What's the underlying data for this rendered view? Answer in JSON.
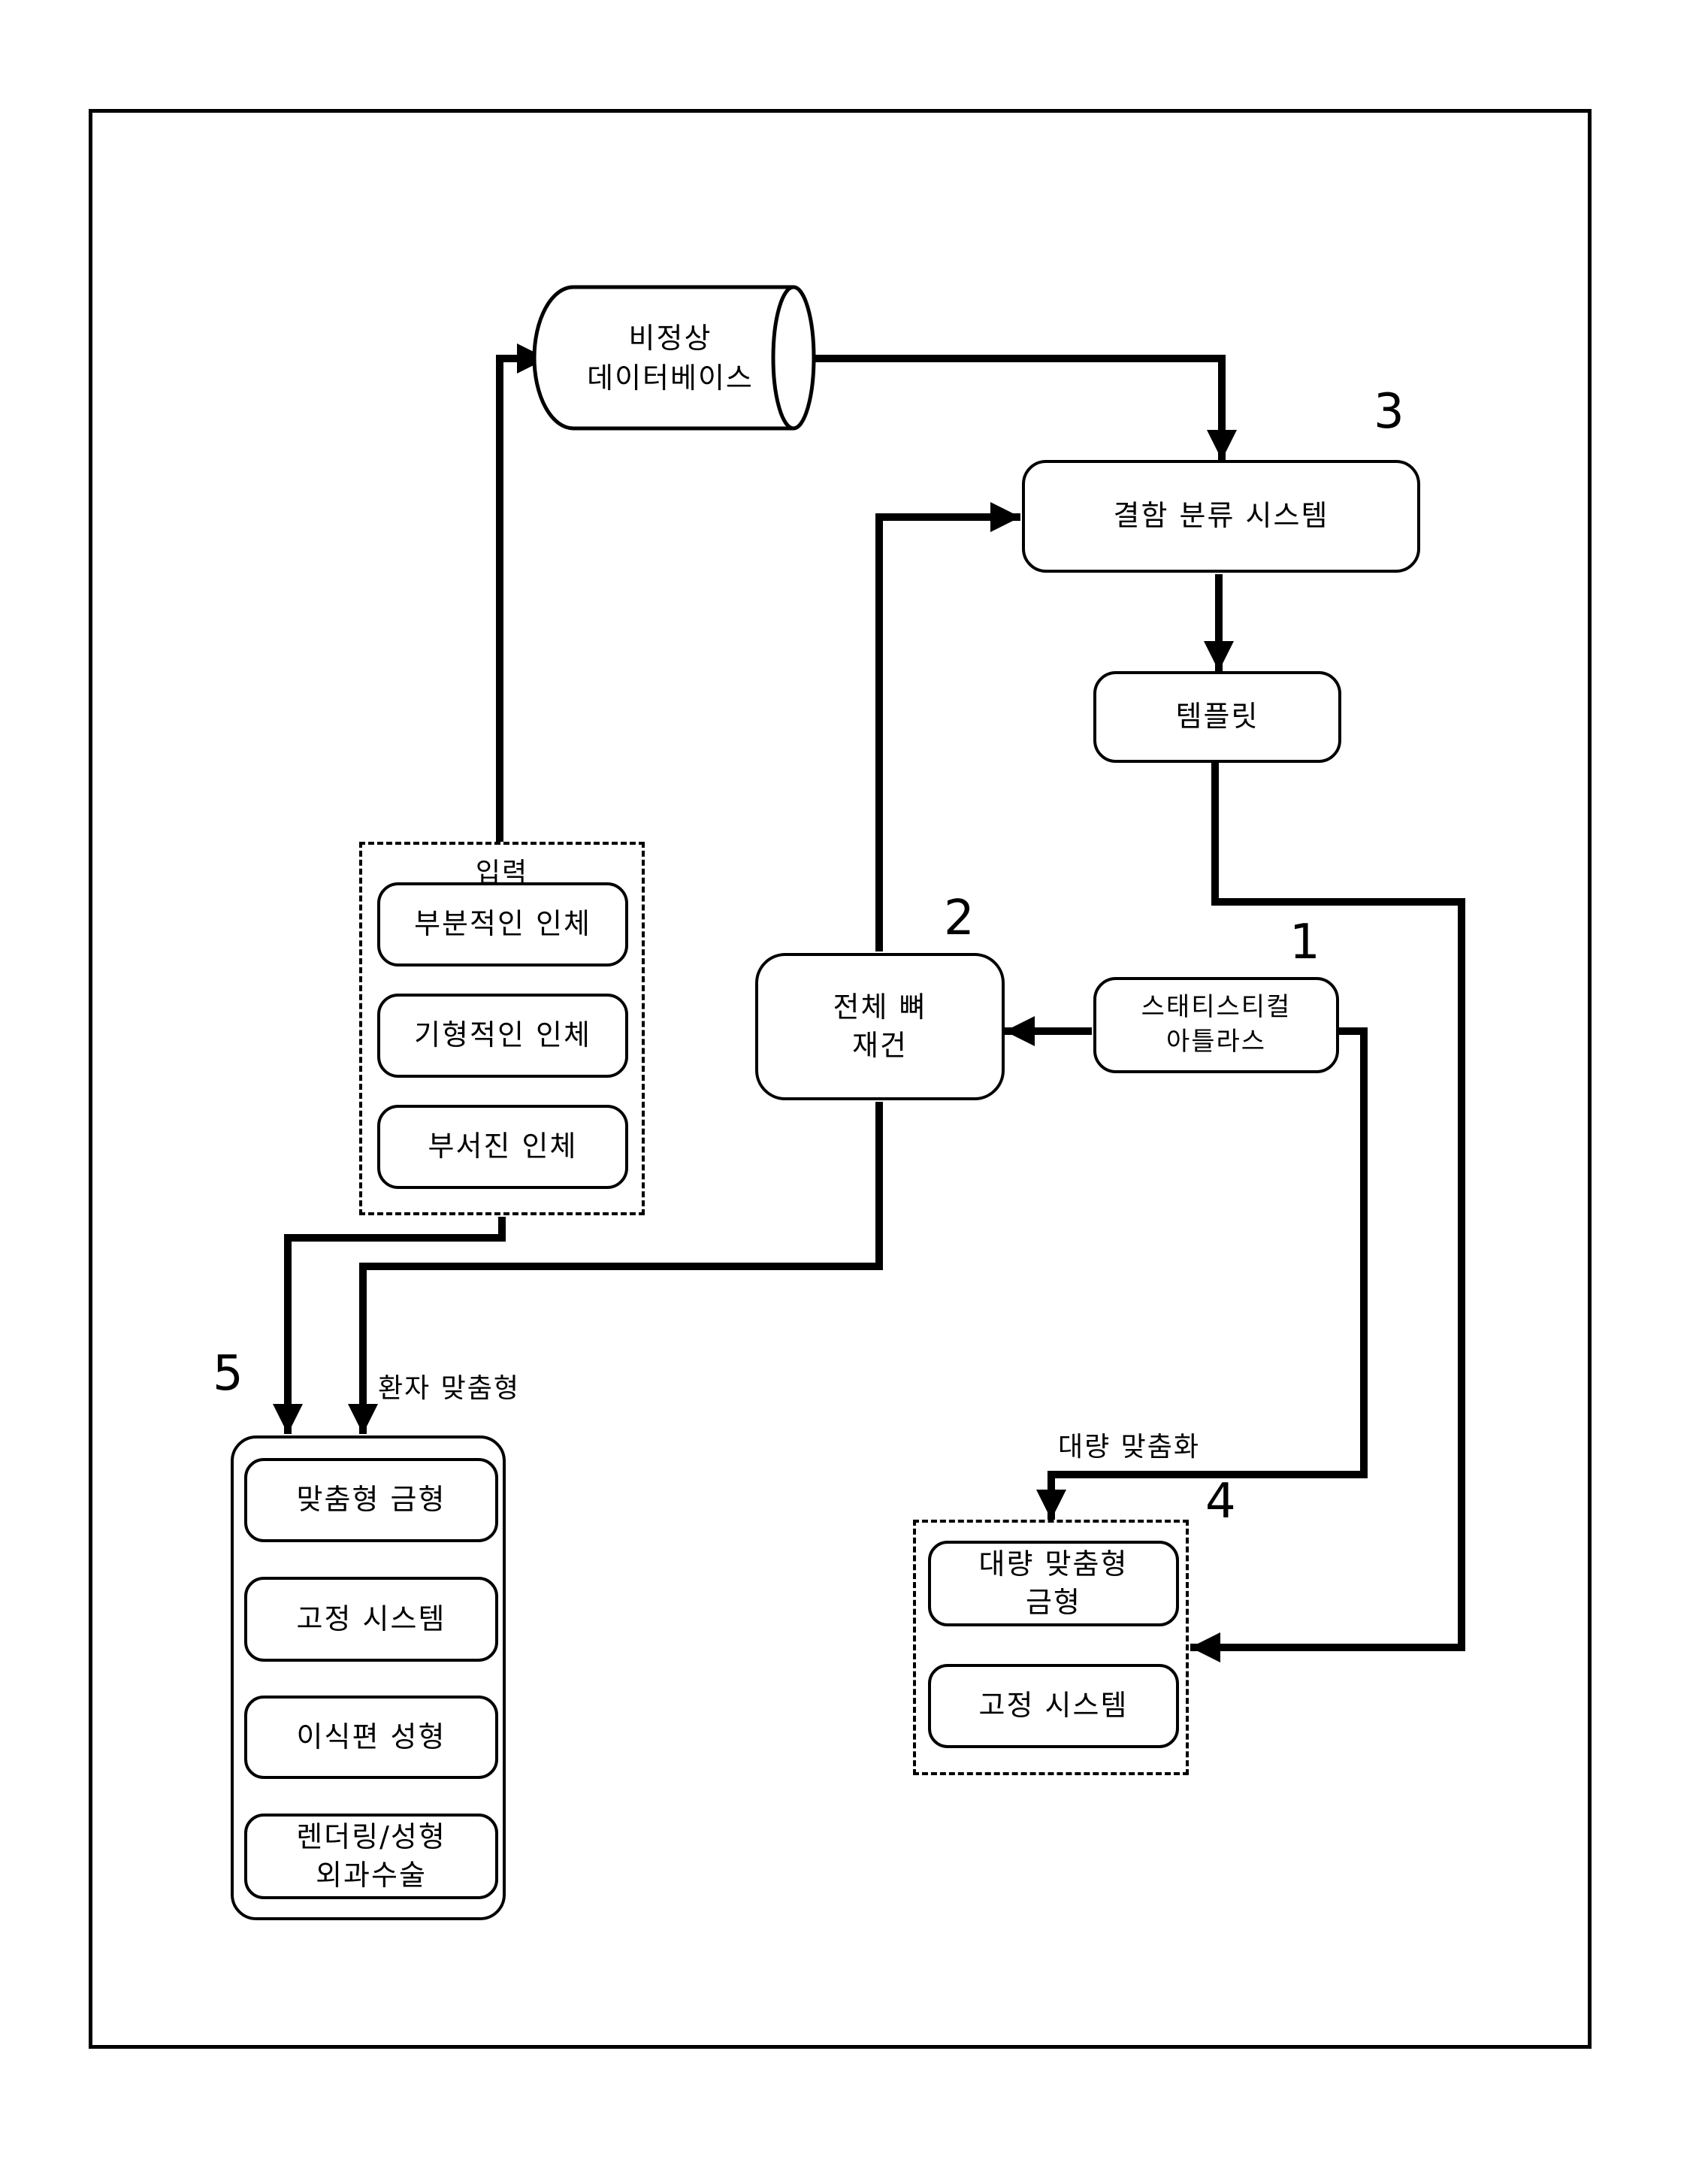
{
  "figure": {
    "refs": {
      "r1": "1",
      "r2": "2",
      "r3": "3",
      "r4": "4",
      "r5": "5"
    },
    "nodes": {
      "database": "비정상\n데이터베이스",
      "defect_classification": "결함 분류 시스템",
      "template": "템플릿",
      "bone_reconstruction": "전체 뼈\n재건",
      "statistical_atlas": "스태티스티컬\n아틀라스"
    },
    "input_group": {
      "title": "입력",
      "items": [
        "부분적인 인체",
        "기형적인 인체",
        "부서진 인체"
      ]
    },
    "patient_group": {
      "items": [
        "맞춤형 금형",
        "고정 시스템",
        "이식편 성형",
        "렌더링/성형\n외과수술"
      ]
    },
    "mass_group": {
      "items": [
        "대량 맞춤형\n금형",
        "고정 시스템"
      ]
    },
    "edge_labels": {
      "patient_specific": "환자 맞춤형",
      "mass_customization": "대량 맞춤화"
    },
    "colors": {
      "ink": "#000000",
      "paper": "#ffffff"
    }
  }
}
